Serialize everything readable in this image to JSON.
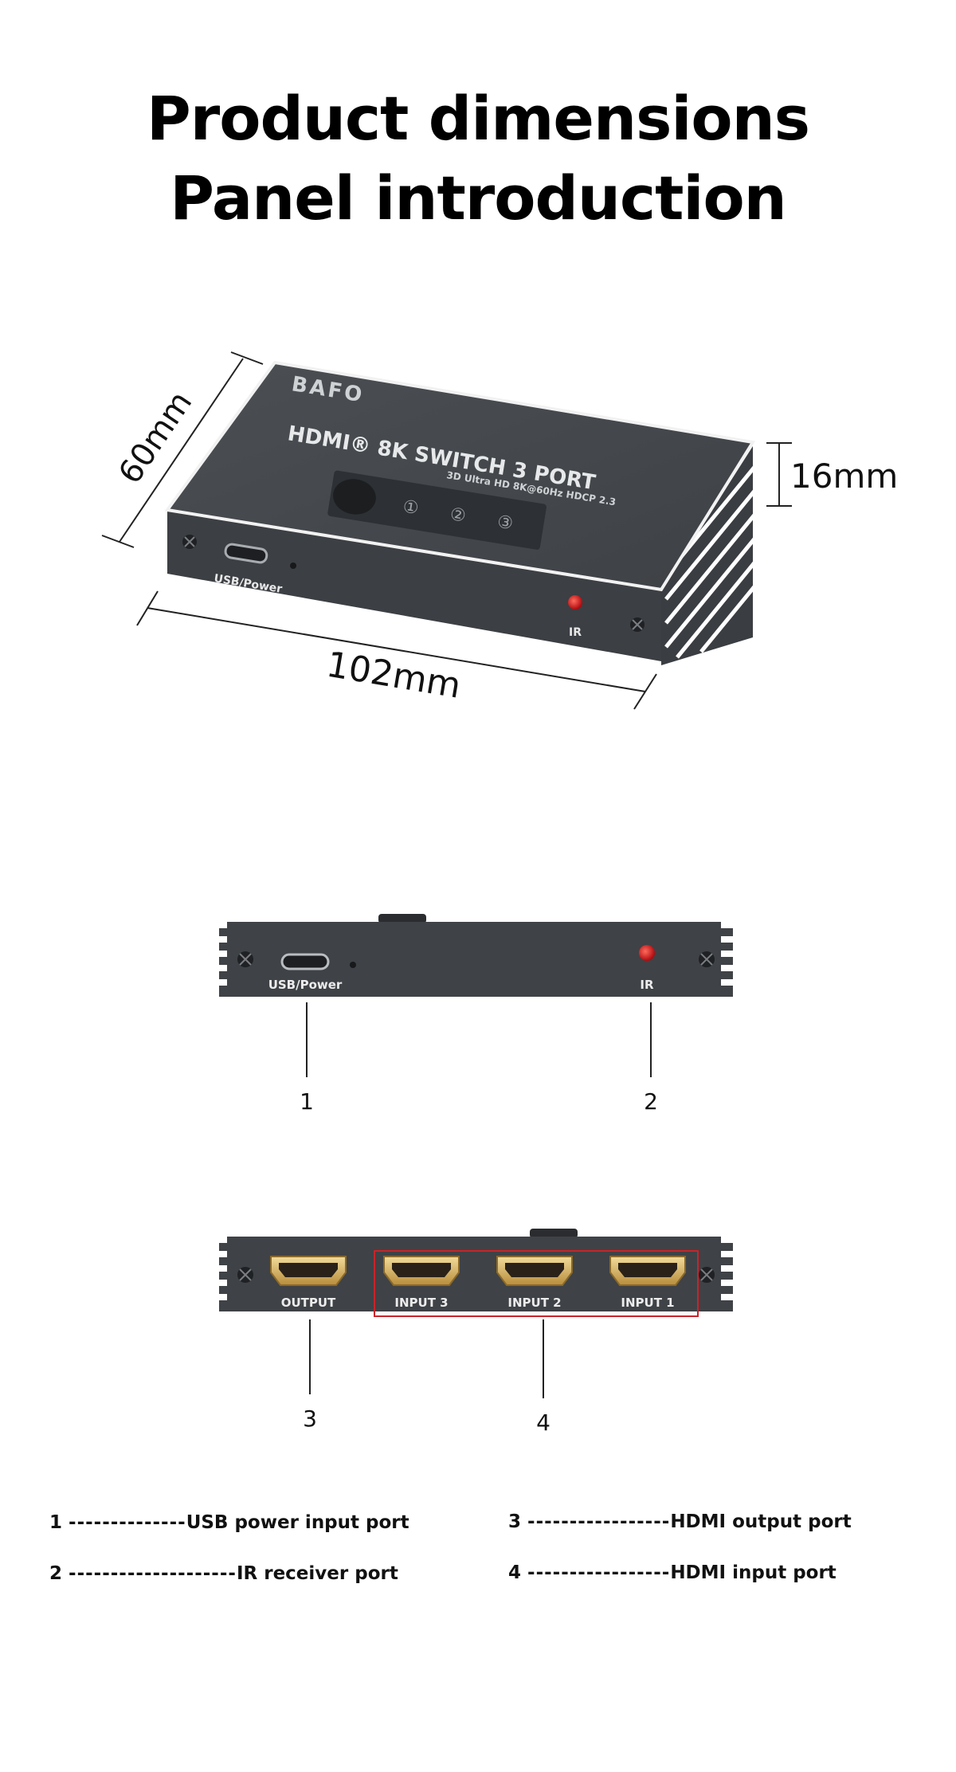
{
  "heading": {
    "line1": "Product dimensions",
    "line2": "Panel introduction"
  },
  "product": {
    "brand": "BAFO",
    "model_line": "HDMI® 8K SWITCH 3 PORT",
    "spec_line": "3D Ultra HD 8K@60Hz HDCP 2.3",
    "buttons": [
      "①",
      "②",
      "③"
    ],
    "usb_label": "USB/Power",
    "ir_label": "IR"
  },
  "dimensions": {
    "depth": "60mm",
    "height": "16mm",
    "width": "102mm"
  },
  "front_panel": {
    "usb_label": "USB/Power",
    "ir_label": "IR",
    "callouts": [
      "1",
      "2"
    ]
  },
  "rear_panel": {
    "ports": [
      "OUTPUT",
      "INPUT 3",
      "INPUT 2",
      "INPUT 1"
    ],
    "callouts": [
      "3",
      "4"
    ]
  },
  "legend": [
    {
      "num": "1",
      "dashes": "--------------",
      "text": "USB power input port"
    },
    {
      "num": "2",
      "dashes": "--------------------",
      "text": "IR receiver port"
    },
    {
      "num": "3",
      "dashes": "-----------------",
      "text": "HDMI output port"
    },
    {
      "num": "4",
      "dashes": "-----------------",
      "text": "HDMI input port"
    }
  ],
  "colors": {
    "device_body": "#3f4246",
    "device_top": "#44484c",
    "hdmi_gold": "#d8b66a",
    "ir_red": "#e0141a",
    "highlight_box": "#c8242a"
  }
}
